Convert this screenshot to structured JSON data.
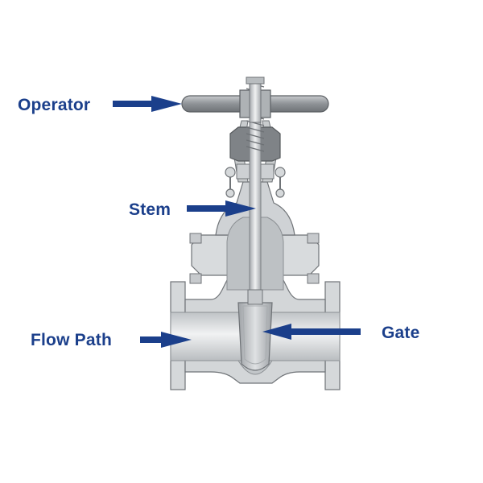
{
  "labels": {
    "operator": "Operator",
    "stem": "Stem",
    "flow_path": "Flow Path",
    "gate": "Gate"
  },
  "colors": {
    "label_text": "#1b3f8b",
    "arrow": "#1b3f8b",
    "metal_light": "#dadddf",
    "metal_mid": "#bfc3c6",
    "metal_dark": "#8c9094",
    "outline": "#6f7377",
    "handwheel": "#9a9ea2"
  }
}
